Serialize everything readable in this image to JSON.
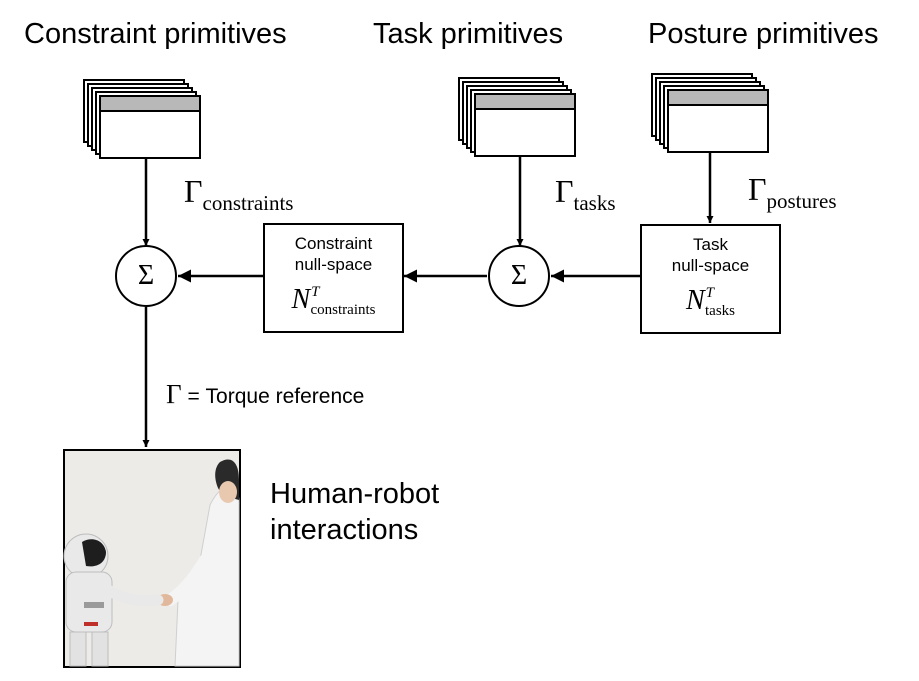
{
  "headings": {
    "constraint": "Constraint primitives",
    "task": "Task primitives",
    "posture": "Posture primitives"
  },
  "gammas": {
    "symbol": "Γ",
    "constraints_sub": "constraints",
    "tasks_sub": "tasks",
    "postures_sub": "postures"
  },
  "sum_symbol": "Σ",
  "constraint_nullspace": {
    "line1": "Constraint",
    "line2": "null-space",
    "symbol": "N",
    "sup": "T",
    "sub": "constraints"
  },
  "task_nullspace": {
    "line1": "Task",
    "line2": "null-space",
    "symbol": "N",
    "sup": "T",
    "sub": "tasks"
  },
  "torque": {
    "symbol": "Γ",
    "text": " = Torque reference"
  },
  "interaction": {
    "line1": "Human-robot",
    "line2": "interactions"
  },
  "colors": {
    "stroke": "#000000",
    "stack_header": "#b8b8b8",
    "photo_bg": "#ecebe7",
    "suit": "#f4f4f4",
    "robot": "#e9e9ea"
  }
}
